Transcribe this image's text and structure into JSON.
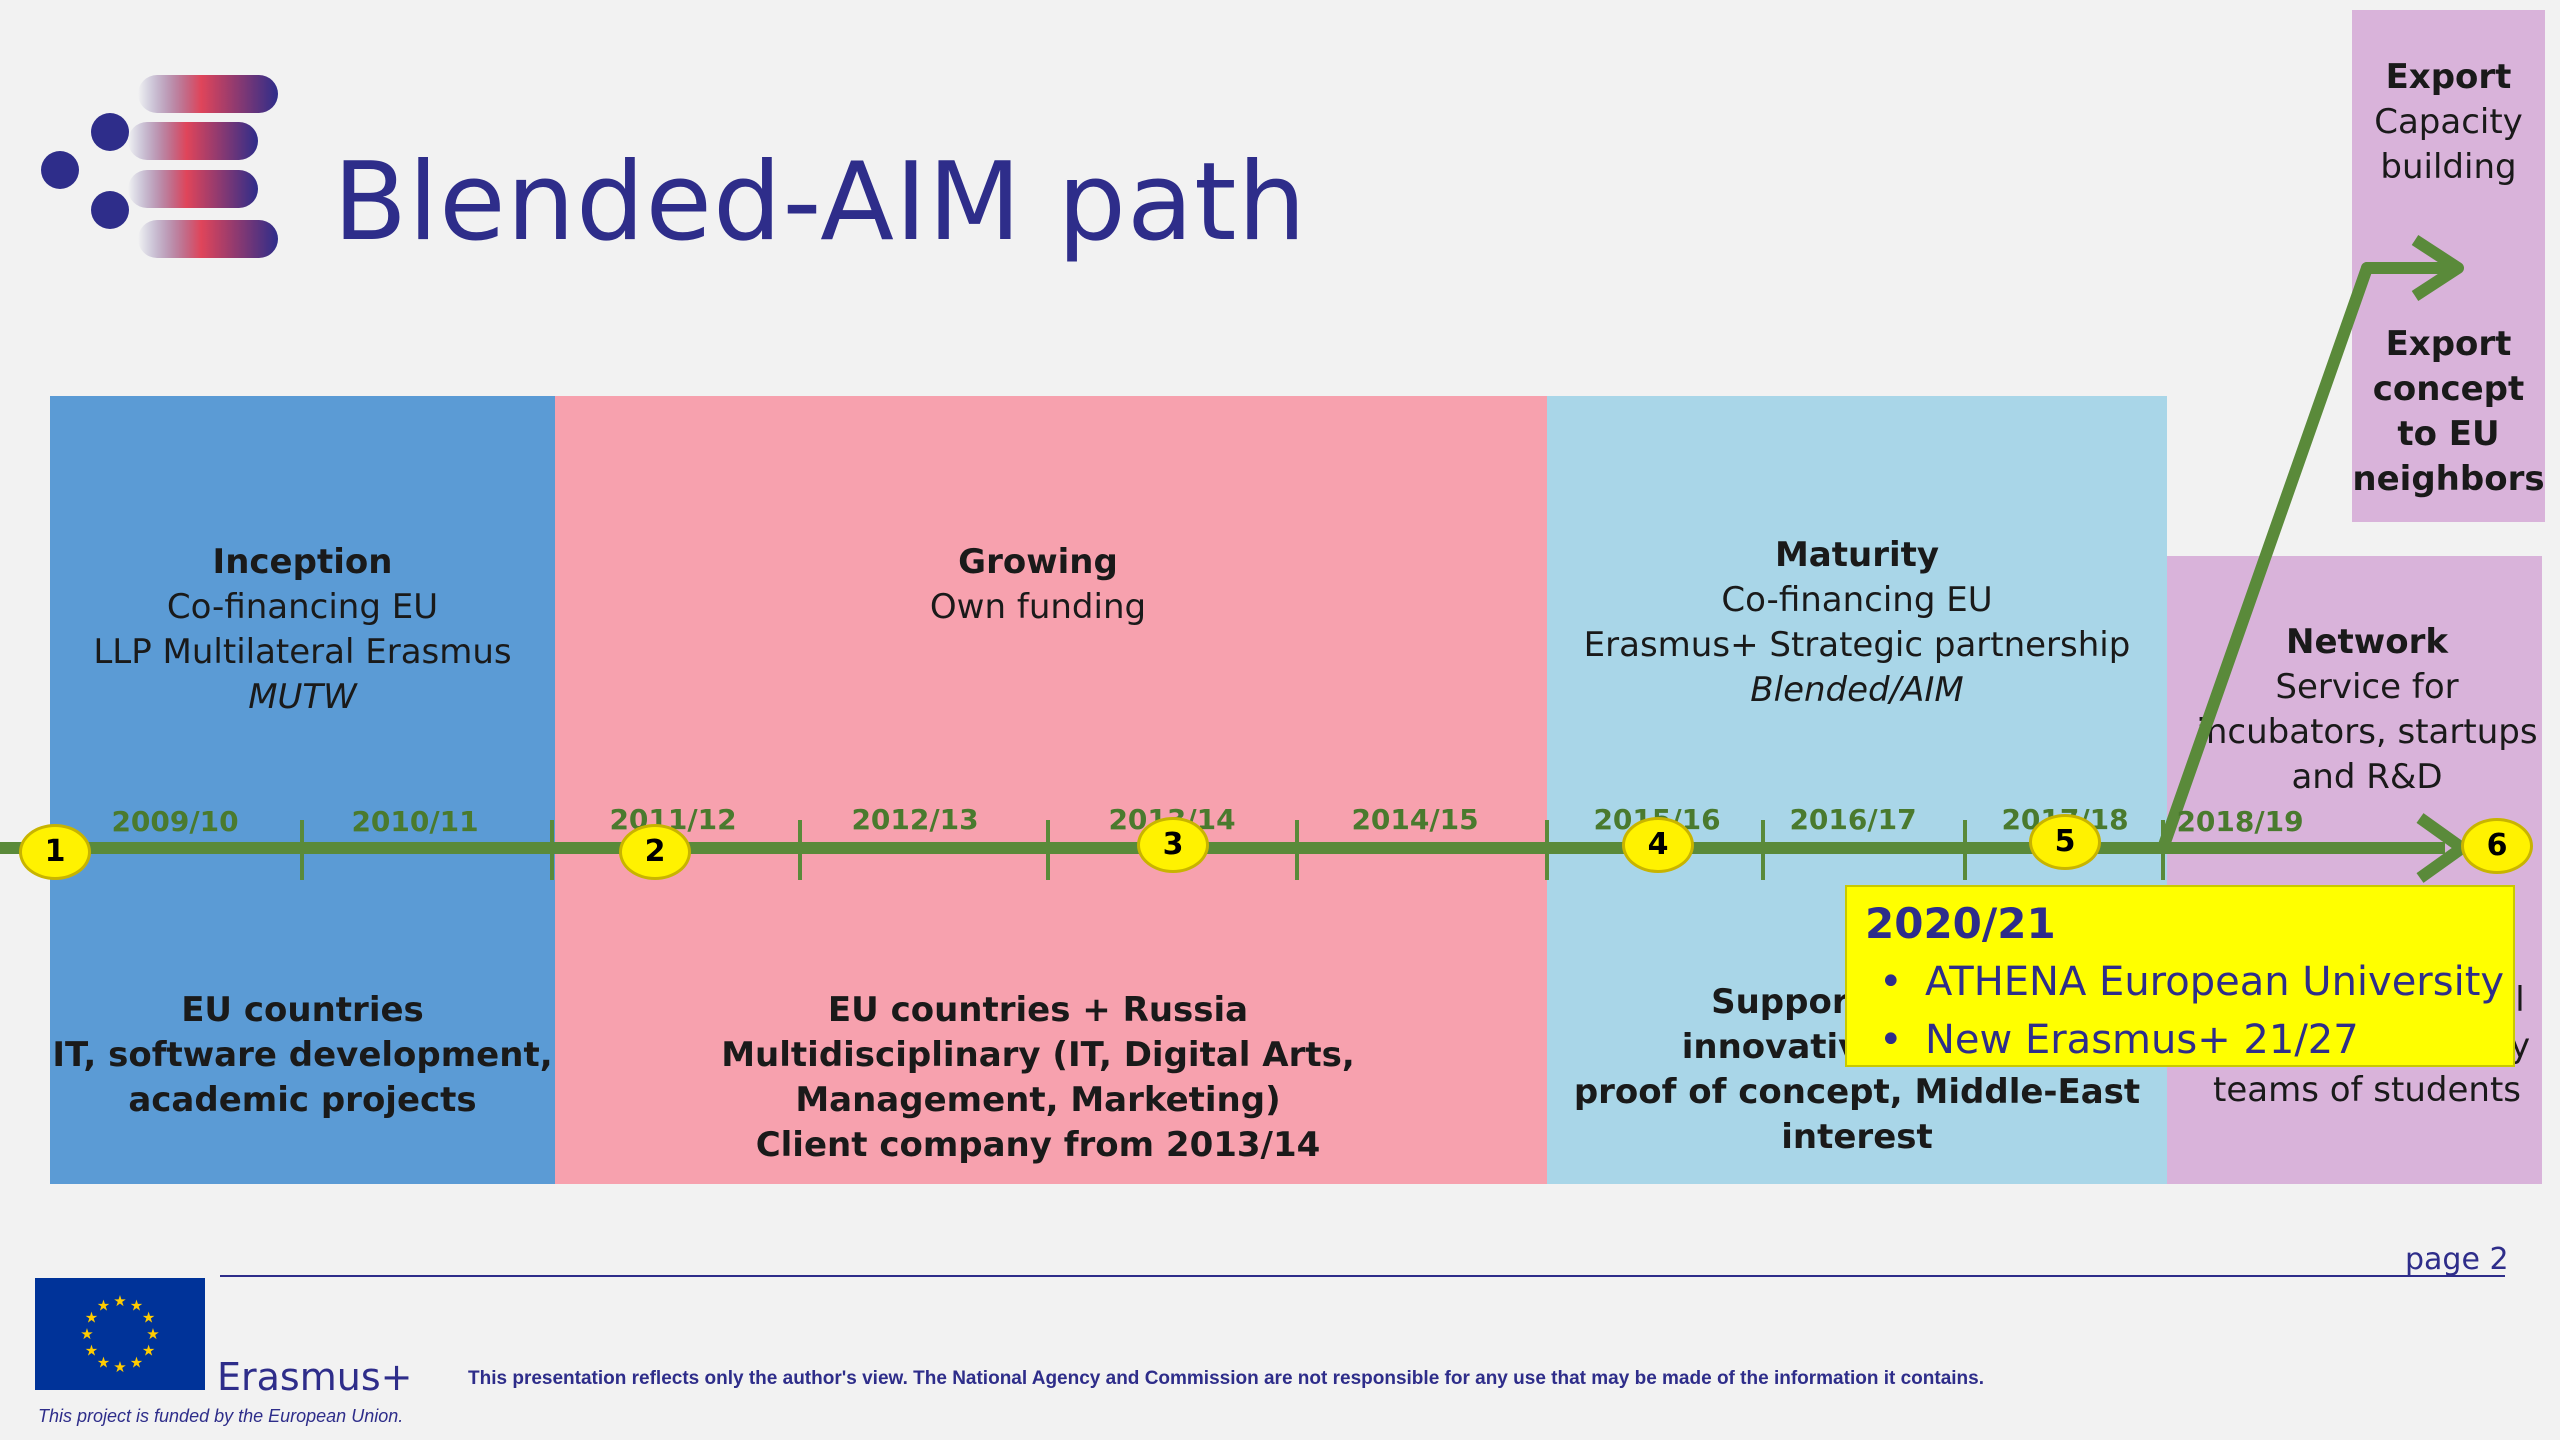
{
  "title": "Blended-AIM path",
  "colors": {
    "title": "#2e2d8a",
    "inception": "#5b9bd5",
    "growing": "#f7a1ae",
    "maturity": "#a9d6e8",
    "network": "#d9b3da",
    "timeline": "#5a8a3a",
    "node": "#fff200"
  },
  "phases": {
    "inception": {
      "name": "Inception",
      "lines": [
        "Co-financing EU",
        "LLP Multilateral Erasmus"
      ],
      "italic": "MUTW",
      "bottom": [
        "EU countries",
        "IT, software development,",
        "academic projects"
      ]
    },
    "growing": {
      "name": "Growing",
      "lines": [
        "Own funding"
      ],
      "bottom": [
        "EU countries + Russia",
        "Multidisciplinary (IT, Digital Arts,",
        "Management, Marketing)",
        "Client company from 2013/14"
      ]
    },
    "maturity": {
      "name": "Maturity",
      "lines": [
        "Co-financing EU",
        "Erasmus+ Strategic partnership"
      ],
      "italic": "Blended/AIM",
      "bottom": [
        "Support compa",
        "innovative ideas a",
        "proof of concept, Middle-East",
        "interest"
      ]
    },
    "network": {
      "name": "Network",
      "lines": [
        "Service for",
        "incubators, startups",
        "and R&D"
      ],
      "bottom": [
        "l",
        "y",
        "teams of students"
      ]
    },
    "export": {
      "top": [
        "Export",
        "Capacity",
        "building"
      ],
      "bottom": [
        "Export",
        "concept",
        "to EU",
        "neighbors"
      ]
    }
  },
  "years": [
    "2009/10",
    "2010/11",
    "2011/12",
    "2012/13",
    "2013/14",
    "2014/15",
    "2015/16",
    "2016/17",
    "2017/18",
    "2018/19"
  ],
  "nodes": [
    "1",
    "2",
    "3",
    "4",
    "5",
    "6"
  ],
  "callout": {
    "head": "2020/21",
    "items": [
      "ATHENA European University",
      "New Erasmus+ 21/27"
    ]
  },
  "footer": {
    "page": "page 2",
    "program": "Erasmus+",
    "funded": "This project is funded by the European Union.",
    "disclaimer": "This presentation reflects only the author's view. The National Agency and Commission are not responsible for any use that may be made of the information it contains."
  },
  "icons": [
    "blended-aim-logo-icon",
    "eu-flag-icon",
    "arrow-right-icon"
  ]
}
